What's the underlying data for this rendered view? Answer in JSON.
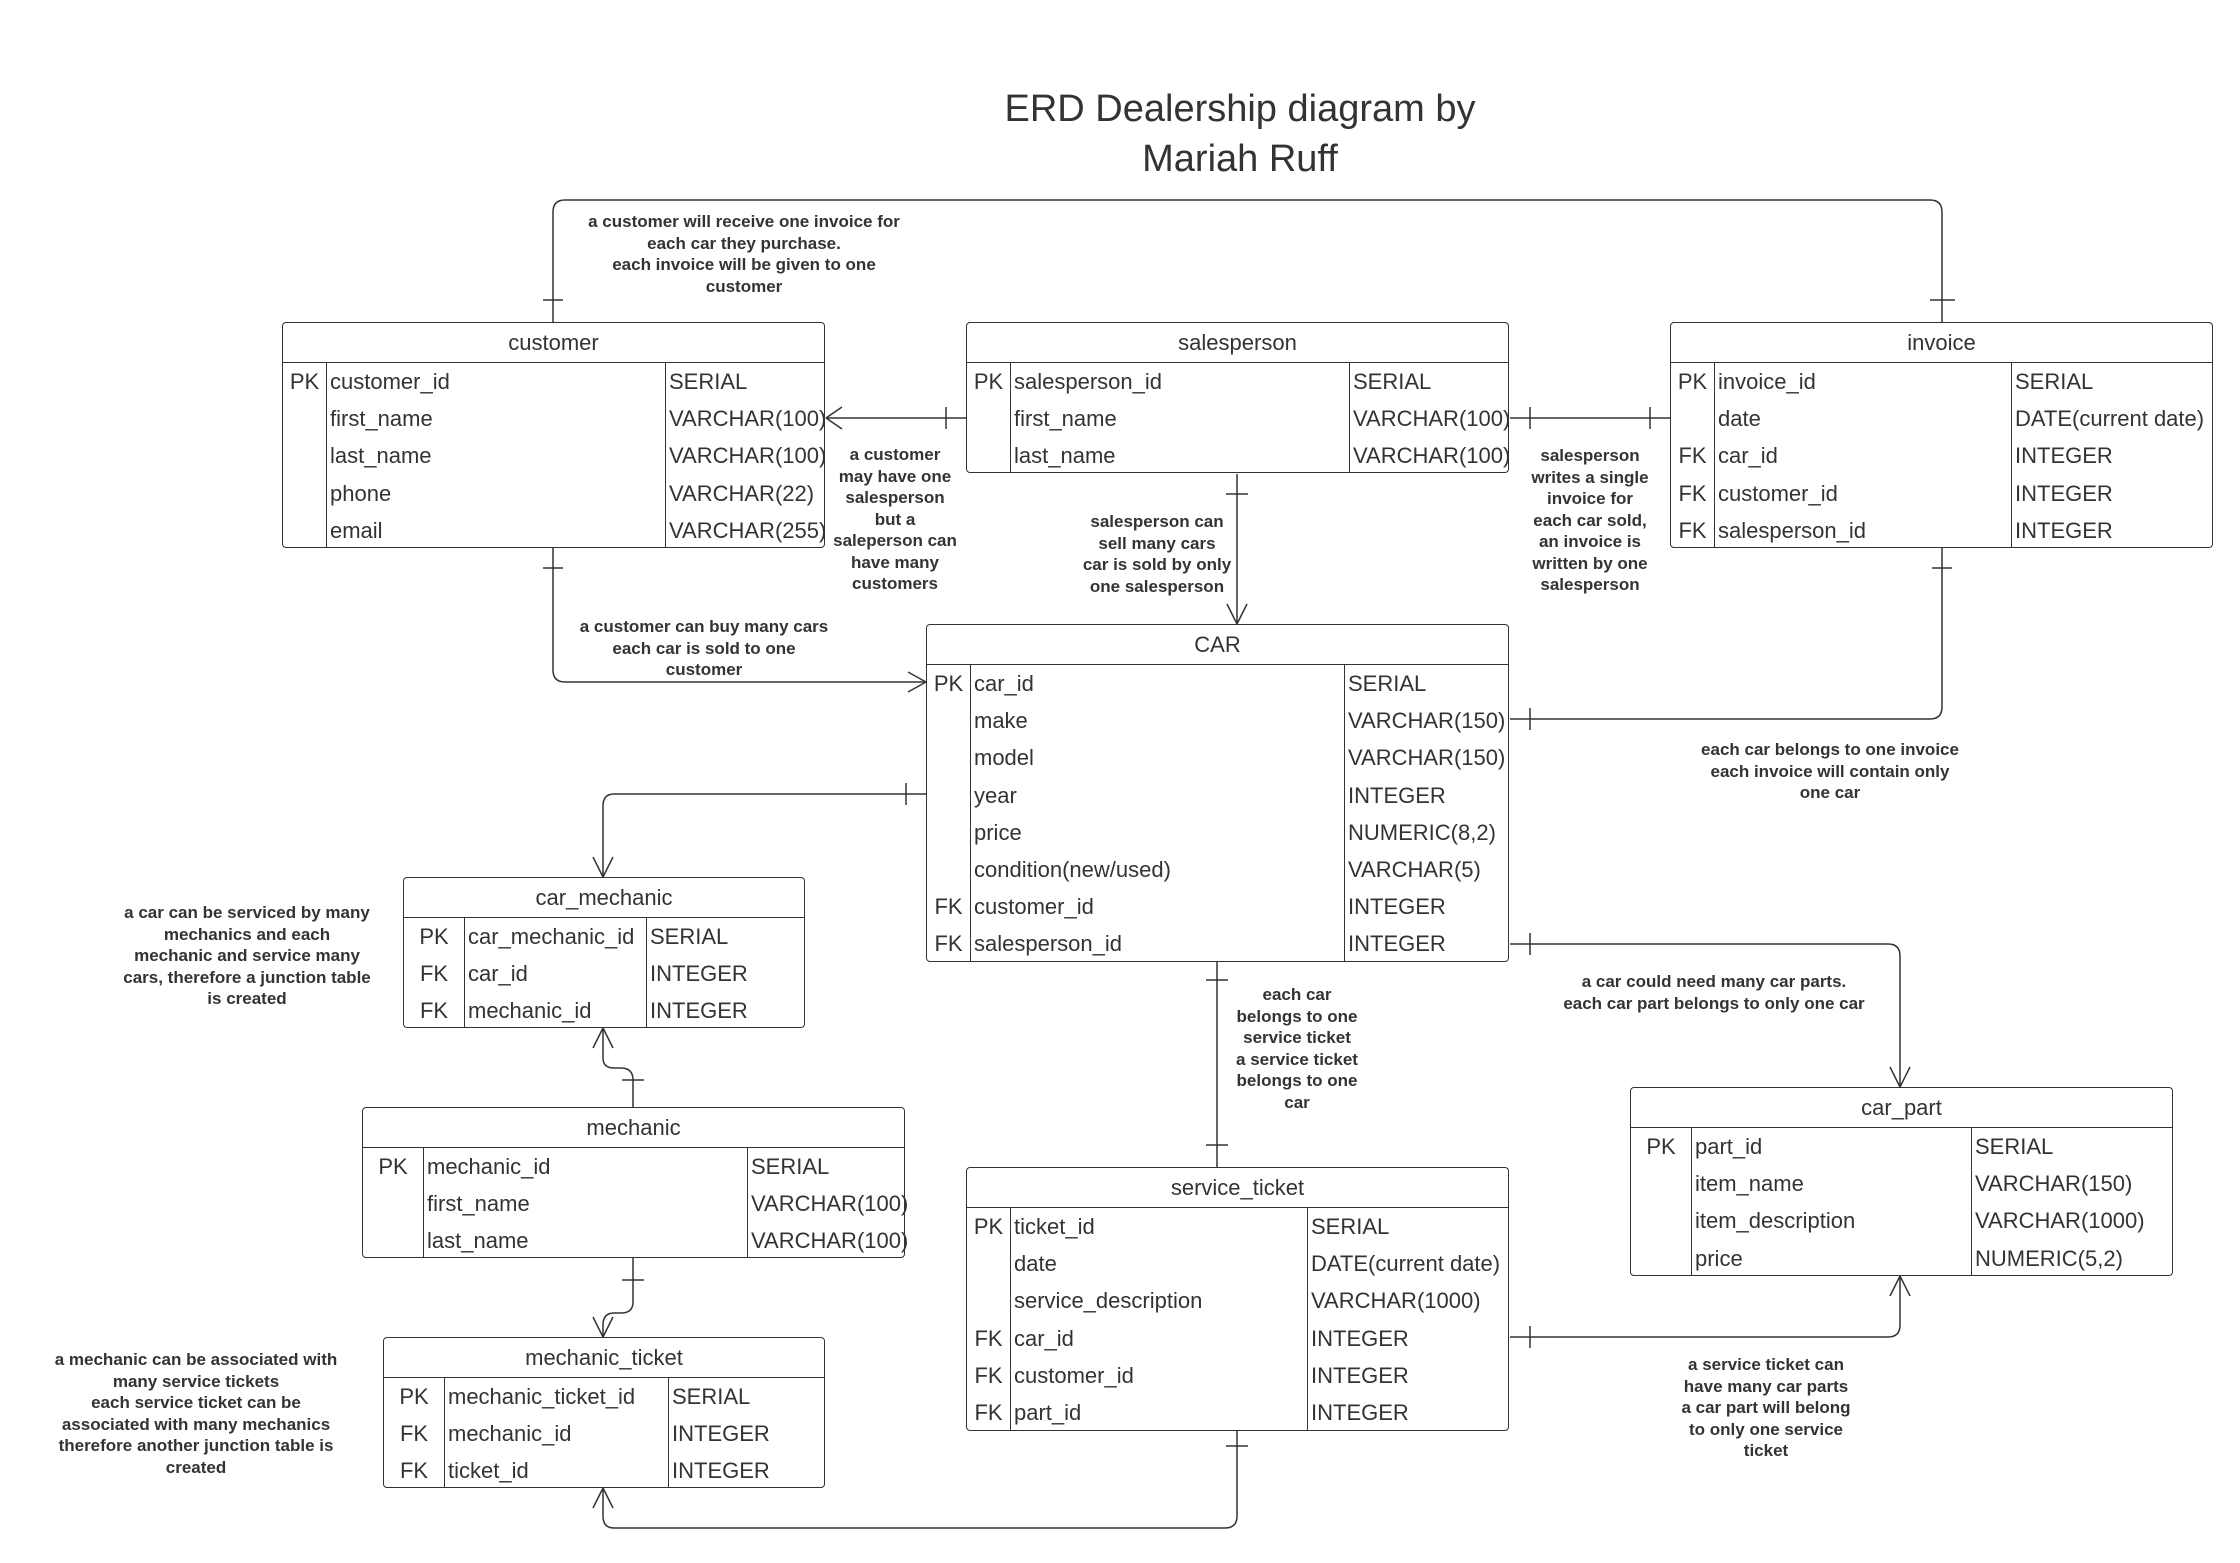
{
  "title": {
    "line1": "ERD Dealership diagram by",
    "line2": "Mariah Ruff"
  },
  "entities": {
    "customer": {
      "name": "customer",
      "rows": [
        {
          "key": "PK",
          "name": "customer_id",
          "type": "SERIAL"
        },
        {
          "key": "",
          "name": "first_name",
          "type": "VARCHAR(100)"
        },
        {
          "key": "",
          "name": "last_name",
          "type": "VARCHAR(100)"
        },
        {
          "key": "",
          "name": "phone",
          "type": "VARCHAR(22)"
        },
        {
          "key": "",
          "name": "email",
          "type": "VARCHAR(255)"
        }
      ]
    },
    "salesperson": {
      "name": "salesperson",
      "rows": [
        {
          "key": "PK",
          "name": "salesperson_id",
          "type": "SERIAL"
        },
        {
          "key": "",
          "name": "first_name",
          "type": "VARCHAR(100)"
        },
        {
          "key": "",
          "name": "last_name",
          "type": "VARCHAR(100)"
        }
      ]
    },
    "invoice": {
      "name": "invoice",
      "rows": [
        {
          "key": "PK",
          "name": "invoice_id",
          "type": "SERIAL"
        },
        {
          "key": "",
          "name": "date",
          "type": "DATE(current date)"
        },
        {
          "key": "FK",
          "name": "car_id",
          "type": "INTEGER"
        },
        {
          "key": "FK",
          "name": "customer_id",
          "type": "INTEGER"
        },
        {
          "key": "FK",
          "name": "salesperson_id",
          "type": "INTEGER"
        }
      ]
    },
    "car": {
      "name": "CAR",
      "rows": [
        {
          "key": "PK",
          "name": "car_id",
          "type": "SERIAL"
        },
        {
          "key": "",
          "name": "make",
          "type": "VARCHAR(150)"
        },
        {
          "key": "",
          "name": "model",
          "type": "VARCHAR(150)"
        },
        {
          "key": "",
          "name": "year",
          "type": "INTEGER"
        },
        {
          "key": "",
          "name": "price",
          "type": "NUMERIC(8,2)"
        },
        {
          "key": "",
          "name": "condition(new/used)",
          "type": "VARCHAR(5)"
        },
        {
          "key": "FK",
          "name": "customer_id",
          "type": "INTEGER"
        },
        {
          "key": "FK",
          "name": "salesperson_id",
          "type": "INTEGER"
        }
      ]
    },
    "car_mechanic": {
      "name": "car_mechanic",
      "rows": [
        {
          "key": "PK",
          "name": "car_mechanic_id",
          "type": "SERIAL"
        },
        {
          "key": "FK",
          "name": "car_id",
          "type": "INTEGER"
        },
        {
          "key": "FK",
          "name": "mechanic_id",
          "type": "INTEGER"
        }
      ]
    },
    "mechanic": {
      "name": "mechanic",
      "rows": [
        {
          "key": "PK",
          "name": "mechanic_id",
          "type": "SERIAL"
        },
        {
          "key": "",
          "name": "first_name",
          "type": "VARCHAR(100)"
        },
        {
          "key": "",
          "name": "last_name",
          "type": "VARCHAR(100)"
        }
      ]
    },
    "mechanic_ticket": {
      "name": "mechanic_ticket",
      "rows": [
        {
          "key": "PK",
          "name": "mechanic_ticket_id",
          "type": "SERIAL"
        },
        {
          "key": "FK",
          "name": "mechanic_id",
          "type": "INTEGER"
        },
        {
          "key": "FK",
          "name": "ticket_id",
          "type": "INTEGER"
        }
      ]
    },
    "service_ticket": {
      "name": "service_ticket",
      "rows": [
        {
          "key": "PK",
          "name": "ticket_id",
          "type": "SERIAL"
        },
        {
          "key": "",
          "name": "date",
          "type": "DATE(current date)"
        },
        {
          "key": "",
          "name": "service_description",
          "type": "VARCHAR(1000)"
        },
        {
          "key": "FK",
          "name": "car_id",
          "type": "INTEGER"
        },
        {
          "key": "FK",
          "name": "customer_id",
          "type": "INTEGER"
        },
        {
          "key": "FK",
          "name": "part_id",
          "type": "INTEGER"
        }
      ]
    },
    "car_part": {
      "name": "car_part",
      "rows": [
        {
          "key": "PK",
          "name": "part_id",
          "type": "SERIAL"
        },
        {
          "key": "",
          "name": "item_name",
          "type": "VARCHAR(150)"
        },
        {
          "key": "",
          "name": "item_description",
          "type": "VARCHAR(1000)"
        },
        {
          "key": "",
          "name": "price",
          "type": "NUMERIC(5,2)"
        }
      ]
    }
  },
  "notes": {
    "customer_invoice": "a customer will receive one invoice for\neach car they purchase.\neach invoice will be given to one\ncustomer",
    "customer_salesperson": "a customer\nmay have one\nsalesperson\nbut a\nsaleperson can\nhave many\ncustomers",
    "salesperson_car": "salesperson can\nsell many cars\ncar is sold by only\none salesperson",
    "salesperson_invoice": "salesperson\nwrites a single\ninvoice for\neach car sold,\nan invoice is\nwritten by one\nsalesperson",
    "customer_car": "a customer can buy many cars\neach car is sold to one\ncustomer",
    "car_invoice": "each car belongs to one invoice\neach invoice will contain only\none car",
    "car_mechanic": "a car can be serviced by many\nmechanics and each\nmechanic and service many\ncars, therefore a junction table\nis created",
    "car_service": "each car\nbelongs to one\nservice ticket\na service ticket\nbelongs to one\ncar",
    "car_parts": "a car could need many car parts.\neach car part belongs to only one car",
    "mechanic_ticket": "a mechanic can be associated with\nmany service tickets\neach service ticket can be\nassociated with many mechanics\ntherefore another junction table is\ncreated",
    "ticket_parts": "a service ticket can\nhave many car parts\na car part will belong\nto only one service\nticket"
  }
}
